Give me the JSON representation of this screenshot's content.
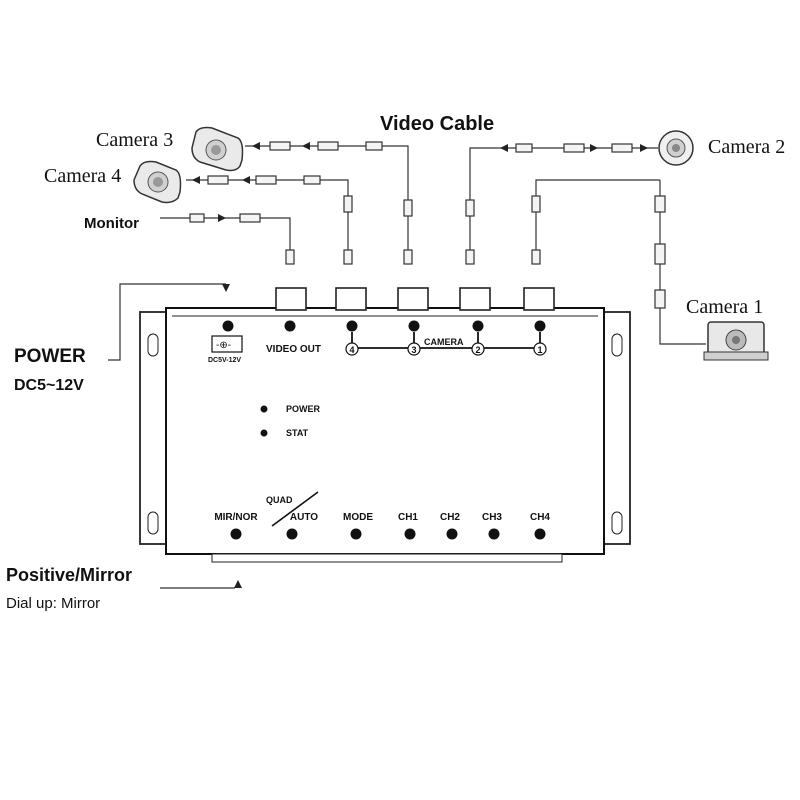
{
  "title": "Video Cable",
  "labels": {
    "camera3": "Camera 3",
    "camera4": "Camera 4",
    "camera2": "Camera 2",
    "camera1": "Camera 1",
    "monitor": "Monitor",
    "power": "POWER",
    "power_range": "DC5~12V",
    "positive_mirror": "Positive/Mirror",
    "dial_up": "Dial up: Mirror"
  },
  "device": {
    "dc_label": "DC5V-12V",
    "video_out": "VIDEO OUT",
    "camera": "CAMERA",
    "channel_numbers": [
      "4",
      "3",
      "2",
      "1"
    ],
    "leds": [
      "POWER",
      "STAT"
    ],
    "quad": "QUAD",
    "buttons": [
      "MIR/NOR",
      "AUTO",
      "MODE",
      "CH1",
      "CH2",
      "CH3",
      "CH4"
    ]
  },
  "colors": {
    "ink": "#111111",
    "line": "#333333",
    "body": "#ffffff"
  }
}
